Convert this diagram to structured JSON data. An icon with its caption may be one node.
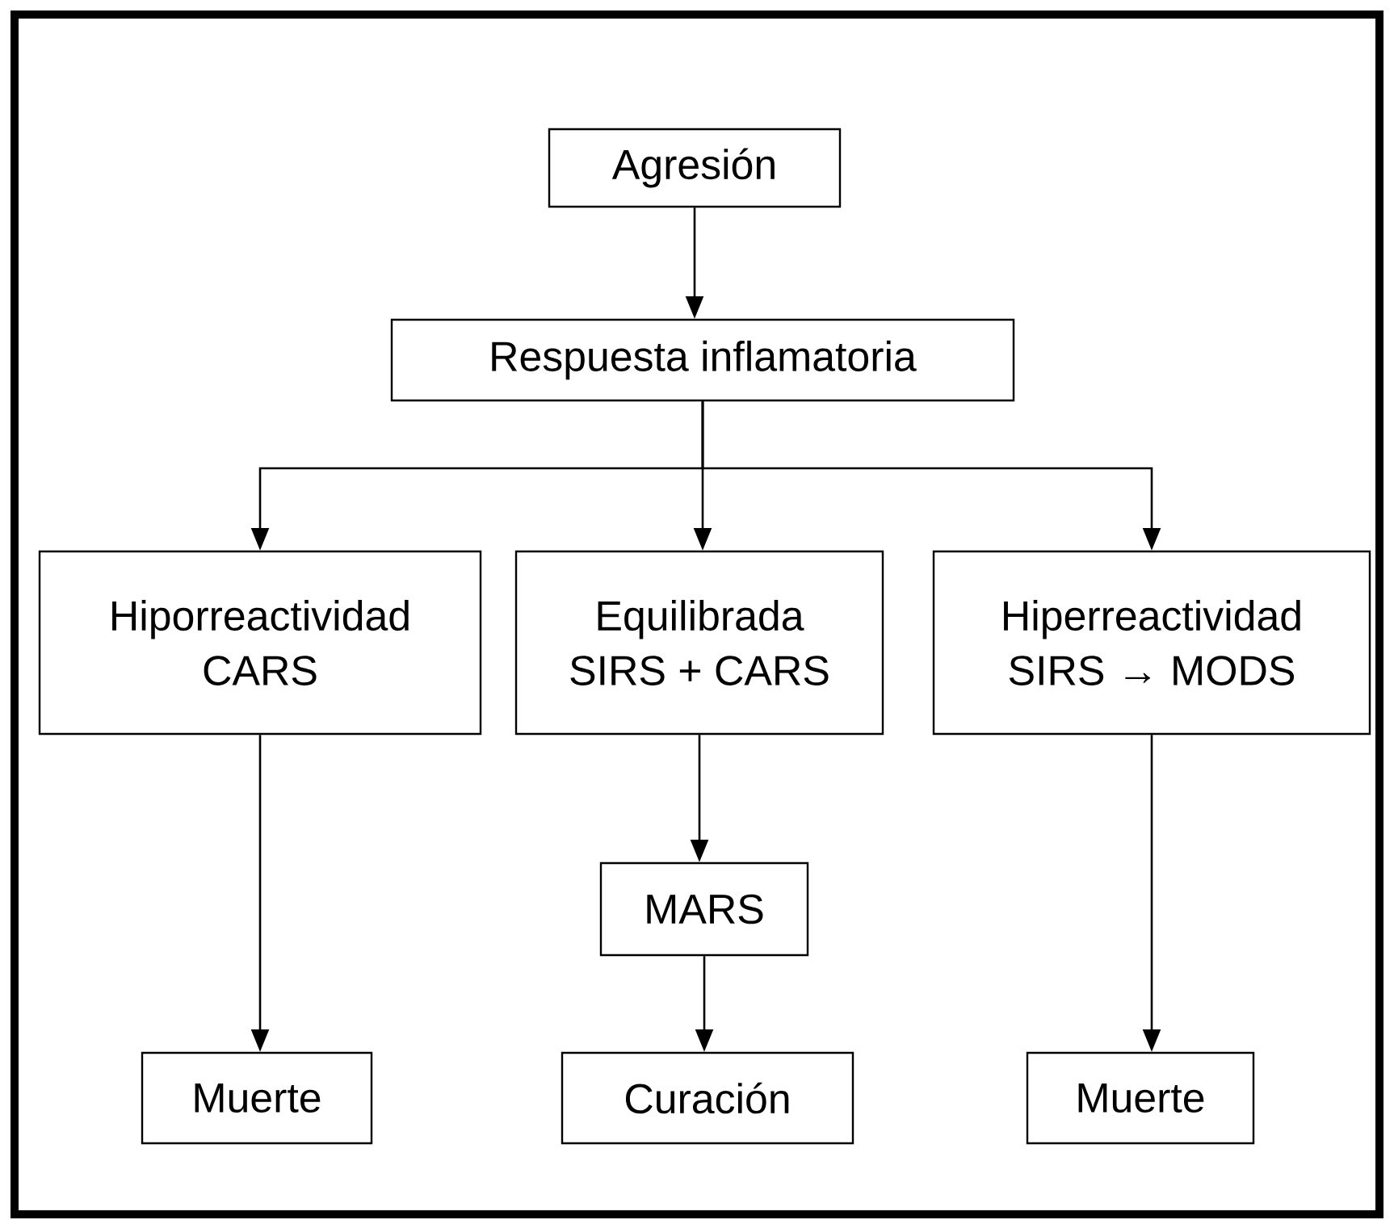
{
  "diagram": {
    "nodes": [
      {
        "text": [
          "Agresión"
        ]
      },
      {
        "text": [
          "Respuesta inflamatoria"
        ]
      },
      {
        "text": [
          "Hiporreactividad",
          "CARS"
        ]
      },
      {
        "text": [
          "Equilibrada",
          "SIRS + CARS"
        ]
      },
      {
        "text": [
          "Hiperreactividad",
          "SIRS → MODS"
        ]
      },
      {
        "text": [
          "MARS"
        ]
      },
      {
        "text": [
          "Muerte"
        ]
      },
      {
        "text": [
          "Curación"
        ]
      },
      {
        "text": [
          "Muerte"
        ]
      }
    ],
    "edges": [
      {
        "from": 0,
        "to": 1,
        "arrow": "to"
      },
      {
        "from": 1,
        "to": 2,
        "arrow": "to"
      },
      {
        "from": 1,
        "to": 3,
        "arrow": "to"
      },
      {
        "from": 1,
        "to": 4,
        "arrow": "to"
      },
      {
        "from": 2,
        "to": 6,
        "arrow": "to"
      },
      {
        "from": 3,
        "to": 5,
        "arrow": "to"
      },
      {
        "from": 5,
        "to": 7,
        "arrow": "to"
      },
      {
        "from": 4,
        "to": 8,
        "arrow": "to"
      }
    ]
  }
}
